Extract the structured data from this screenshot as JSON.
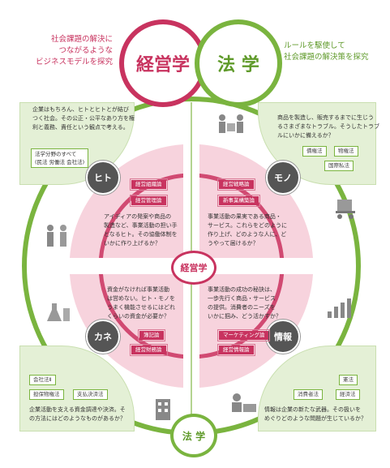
{
  "header": {
    "left_text": [
      "社会課題の解決に",
      "つながるような",
      "ビジネスモデルを探究"
    ],
    "management_label": "経営学",
    "law_label": "法 学",
    "right_text": [
      "ルールを駆使して",
      "社会課題の解決策を探究"
    ]
  },
  "corners": {
    "top_left": {
      "text": [
        "企業はもちろん、ヒトとヒトとが結び",
        "つく社会。その公正・公平なあり方を権",
        "利と義務、責任という観点で考える。"
      ],
      "tag_title": "法学分野のすべて",
      "tag_sub": "(民法 労働法 会社法)"
    },
    "top_right": {
      "text": [
        "商品を製造し、販売するまでに生じう",
        "るさまざまなトラブル。そうしたトラブ",
        "ルにいかに備えるか？"
      ],
      "tags": [
        "債権法",
        "物権法",
        "国際私法"
      ]
    },
    "bottom_left": {
      "tags": [
        "会社法Ⅱ",
        "担保物権法",
        "支払決済法"
      ],
      "text": [
        "企業活動を支える資金調達や決済。そ",
        "の方法にはどのようなものがあるか？"
      ]
    },
    "bottom_right": {
      "tags": [
        "憲法",
        "消費者法",
        "経済法"
      ],
      "text": [
        "情報は企業の新たな武器。その扱いを",
        "めぐりどのような問題が生じているか？"
      ]
    }
  },
  "quadrants": {
    "hito": {
      "label": "ヒト",
      "tags": [
        "経営組織論",
        "経営管理論"
      ],
      "text": [
        "アイディアの発案や商品の",
        "製造など、事業活動の担い手",
        "となるヒト。その協働体制を",
        "いかに作り上げるか？"
      ]
    },
    "mono": {
      "label": "モノ",
      "tags": [
        "経営戦略論",
        "新事業構築論"
      ],
      "text": [
        "事業活動の果実である商品・",
        "サービス。これらをどのように",
        "作り上げ、どのような人に、ど",
        "うやって届けるか？"
      ]
    },
    "kane": {
      "label": "カネ",
      "tags": [
        "簿記論",
        "経営財務論"
      ],
      "text": [
        "資金がなければ事業活動",
        "は営めない。ヒト・モノを",
        "うまく機能させるにはどれ",
        "くらいの資金が必要か？"
      ]
    },
    "joho": {
      "label": "情報",
      "tags": [
        "マーケティング論",
        "経営情報論"
      ],
      "text": [
        "事業活動の成功の秘訣は、",
        "一歩先行く商品・サービス",
        "の提供。消費者のニーズを",
        "いかに掴み、どう活かすか？"
      ]
    }
  },
  "center_label": "経営学",
  "bottom_label": "法 学",
  "icons": [
    "people-handshake-icon",
    "box-carry-icon",
    "factory-icon",
    "cart-icon",
    "building-icon",
    "laptop-person-icon",
    "chart-growth-icon",
    "flask-icon"
  ],
  "colors": {
    "pink": "#c8335f",
    "pink_light": "#f7d3dd",
    "green": "#7ab43f",
    "green_light": "#e4f0d6"
  }
}
